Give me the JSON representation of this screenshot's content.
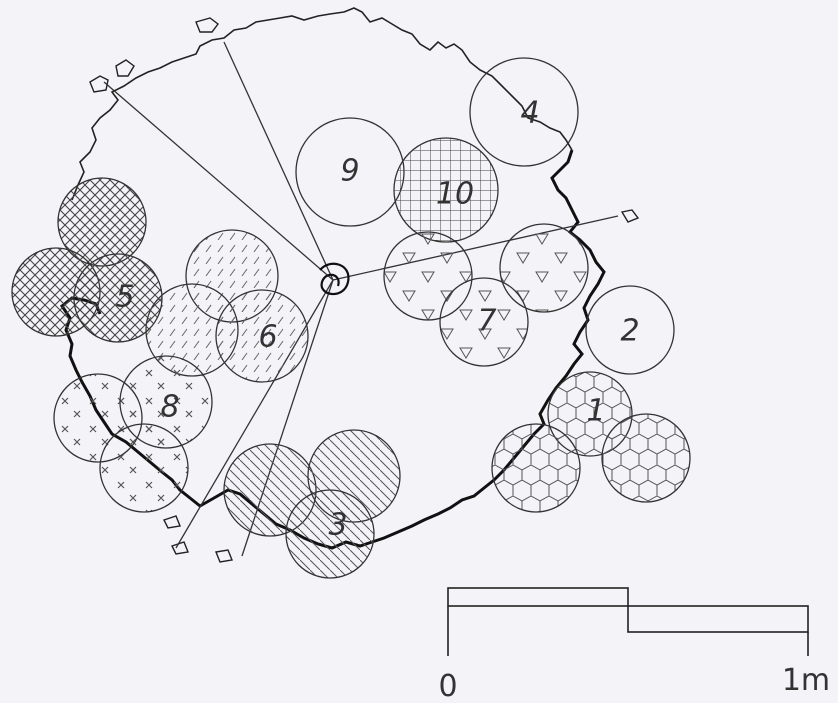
{
  "circles": [
    {
      "label": "1",
      "pattern": "hex"
    },
    {
      "label": "2",
      "pattern": "none"
    },
    {
      "label": "3",
      "pattern": "diag-right"
    },
    {
      "label": "4",
      "pattern": "none"
    },
    {
      "label": "5",
      "pattern": "crosshatch"
    },
    {
      "label": "6",
      "pattern": "diag-dashed"
    },
    {
      "label": "7",
      "pattern": "triangles"
    },
    {
      "label": "8",
      "pattern": "x-marks"
    },
    {
      "label": "9",
      "pattern": "none"
    },
    {
      "label": "10",
      "pattern": "grid"
    }
  ],
  "scale": {
    "start_label": "0",
    "end_label": "1m"
  },
  "colors": {
    "background": "#f4f3f8",
    "ink": "#222222"
  }
}
